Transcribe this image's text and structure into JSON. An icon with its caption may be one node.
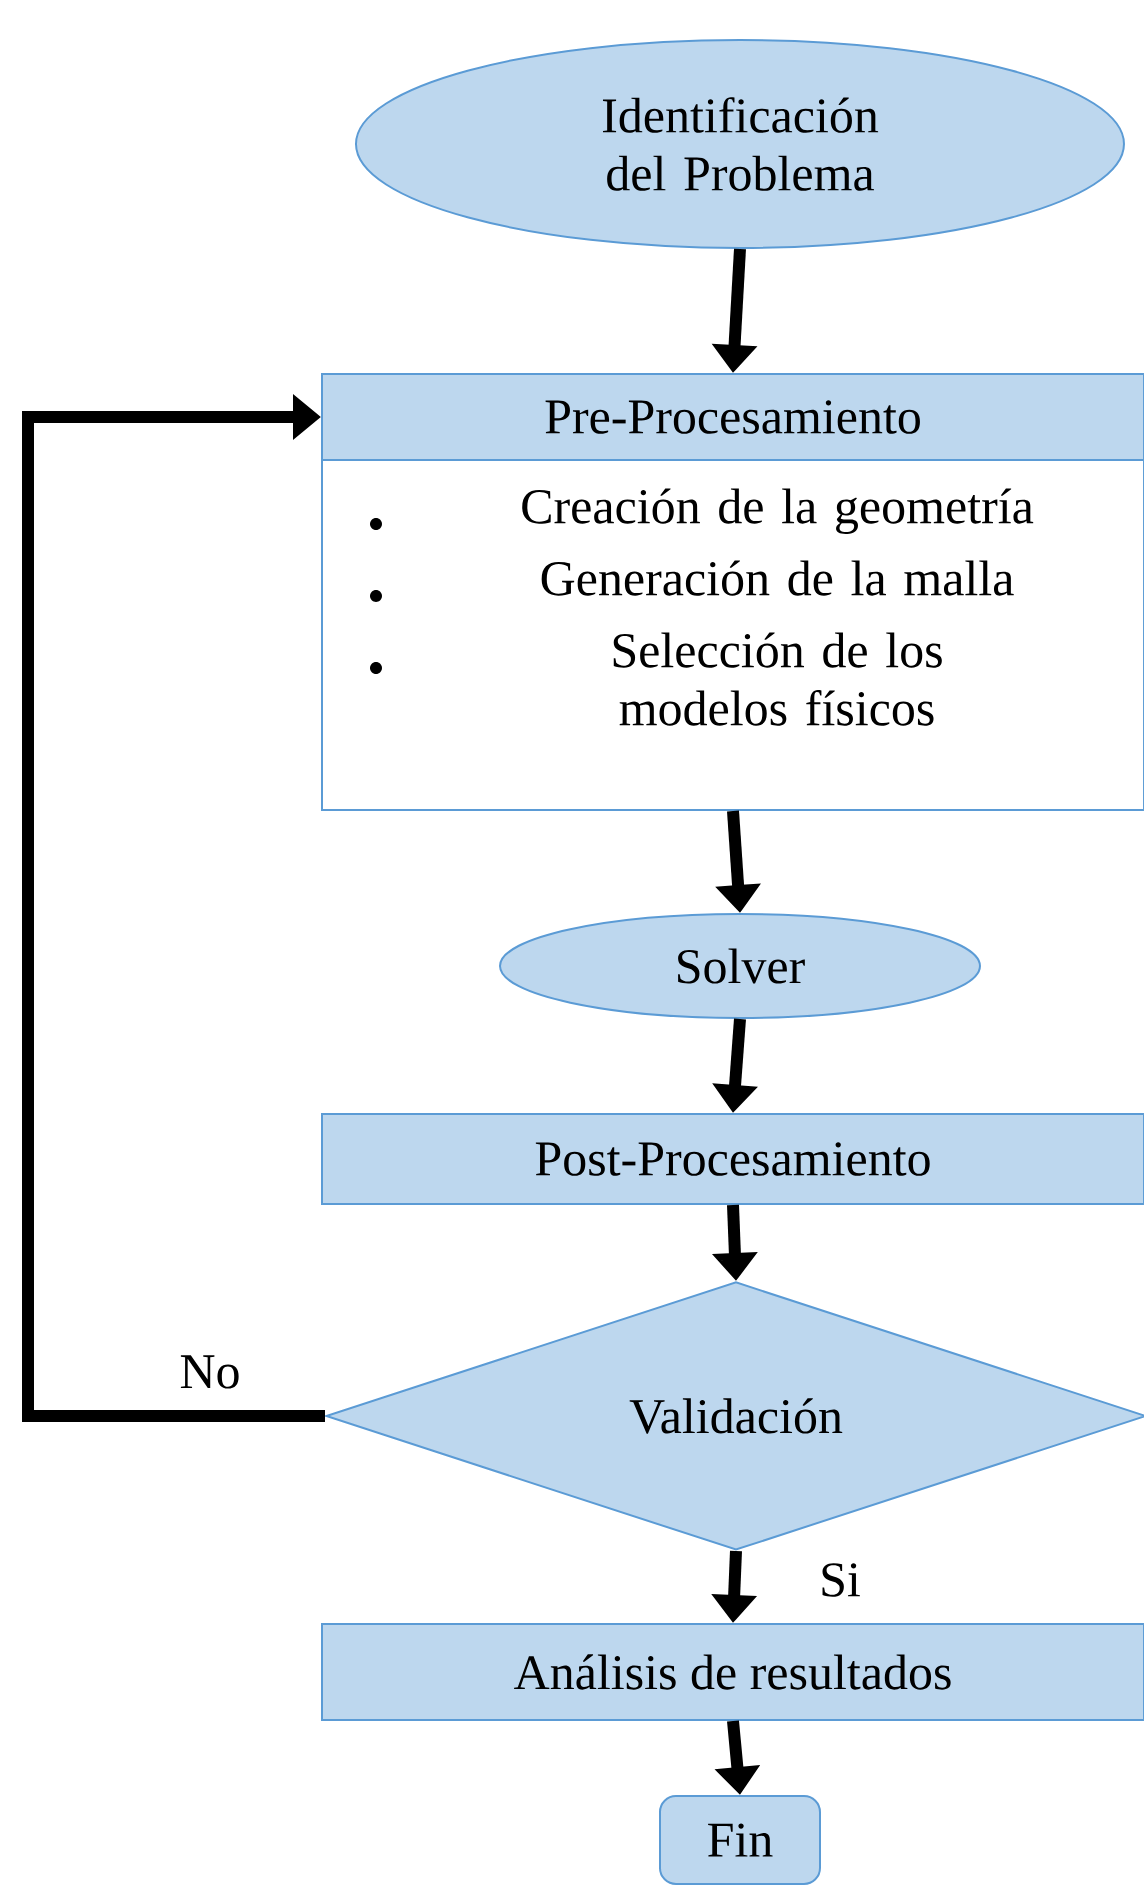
{
  "diagram": {
    "nodes": [
      {
        "text": [
          "Identificación del Problema"
        ]
      },
      {
        "text": [
          "Pre-Procesamiento"
        ]
      },
      {
        "text": [
          "Creación de la geometría",
          "Generación de la malla",
          "Selección de los modelos físicos"
        ]
      },
      {
        "text": [
          "Solver"
        ]
      },
      {
        "text": [
          "Post-Procesamiento"
        ]
      },
      {
        "text": [
          "Validación"
        ]
      },
      {
        "text": [
          "Análisis de resultados"
        ]
      },
      {
        "text": [
          "Fin"
        ]
      }
    ],
    "edges": [
      {
        "from": 0,
        "to": 1,
        "arrow": "to"
      },
      {
        "from": 2,
        "to": 3,
        "arrow": "to"
      },
      {
        "from": 3,
        "to": 4,
        "arrow": "to"
      },
      {
        "from": 4,
        "to": 5,
        "arrow": "to"
      },
      {
        "from": 5,
        "to": 1,
        "arrow": "to",
        "label": "No"
      },
      {
        "from": 5,
        "to": 6,
        "arrow": "to",
        "label": "Si"
      },
      {
        "from": 6,
        "to": 7,
        "arrow": "to"
      }
    ]
  }
}
